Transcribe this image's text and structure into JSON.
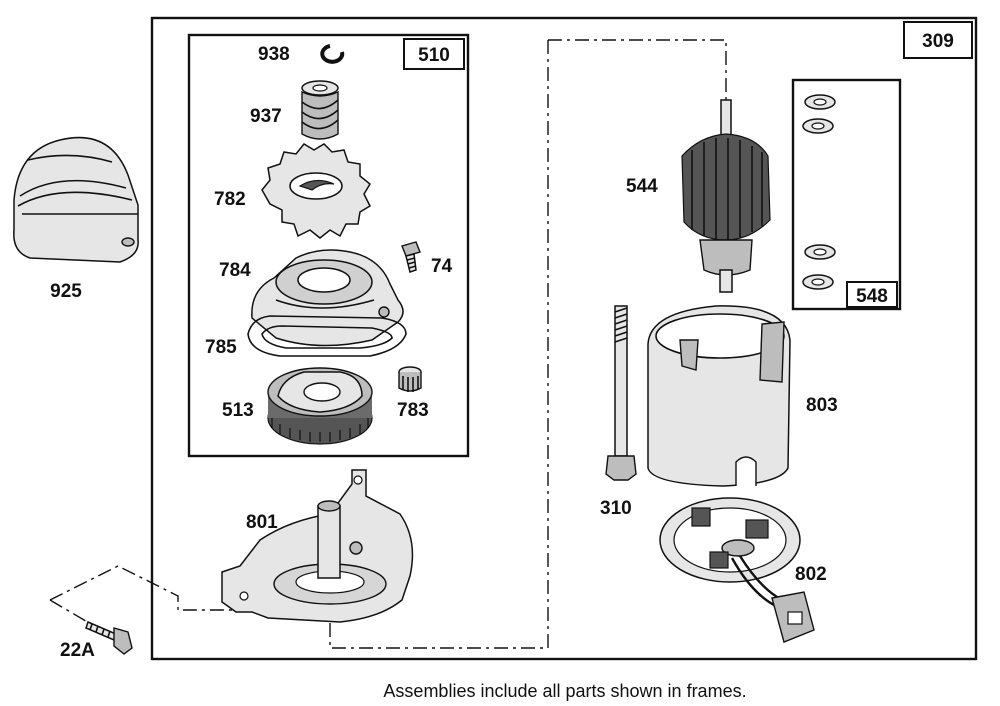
{
  "frames": {
    "outer": "309",
    "left": "510",
    "washers": "548"
  },
  "parts": {
    "p925": "925",
    "p938": "938",
    "p937": "937",
    "p782": "782",
    "p784": "784",
    "p74": "74",
    "p785": "785",
    "p513": "513",
    "p783": "783",
    "p801": "801",
    "p22a": "22A",
    "p544": "544",
    "p310": "310",
    "p803": "803",
    "p802": "802"
  },
  "caption": "Assemblies include all parts shown in frames."
}
